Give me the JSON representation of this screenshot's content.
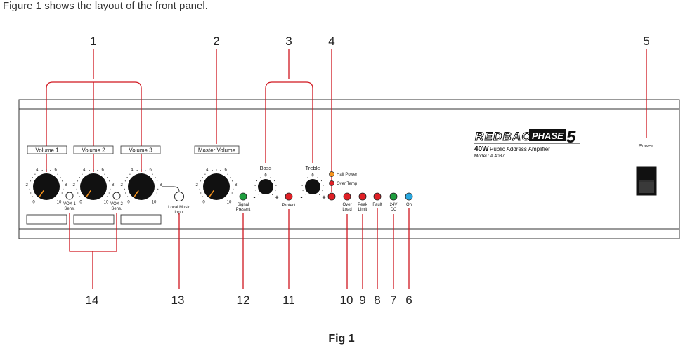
{
  "intro_text": "Figure 1 shows the layout of the front panel.",
  "caption": "Fig 1",
  "callouts": [
    "1",
    "2",
    "3",
    "4",
    "5",
    "6",
    "7",
    "8",
    "9",
    "10",
    "11",
    "12",
    "13",
    "14"
  ],
  "labels": {
    "volume1": "Volume 1",
    "volume2": "Volume 2",
    "volume3": "Volume 3",
    "master_volume": "Master Volume",
    "bass": "Bass",
    "treble": "Treble",
    "half_power": "Half Power",
    "over_temp": "Over Temp",
    "power": "Power",
    "vox1": [
      "VOX 1",
      "Sens."
    ],
    "vox2": [
      "VOX 2",
      "Sens."
    ],
    "local_music": [
      "Local Music",
      "Input"
    ],
    "signal_present": [
      "Signal",
      "Present"
    ],
    "protect": "Protect",
    "over_load": [
      "Over",
      "Load"
    ],
    "peak_limit": [
      "Peak",
      "Limit"
    ],
    "fault": "Fault",
    "dc24": [
      "24V",
      "DC"
    ],
    "on": "On"
  },
  "brand": {
    "logo": "REDBACK",
    "series": "PHASE",
    "series_number": "5",
    "watts": "40W",
    "product": "Public Address Amplifier",
    "model": "Model : A 4037"
  },
  "scale": {
    "ticks": [
      "0",
      "2",
      "4",
      "6",
      "8",
      "10"
    ],
    "tone_ticks": [
      "-",
      "0",
      "+"
    ]
  },
  "colors": {
    "callout_line": "#d0161f",
    "led_red": "#e02026",
    "led_green": "#1e9e3e",
    "led_blue": "#29a8e0",
    "led_orange": "#f7941d",
    "knob": "#111111",
    "pointer": "#f7941d"
  }
}
